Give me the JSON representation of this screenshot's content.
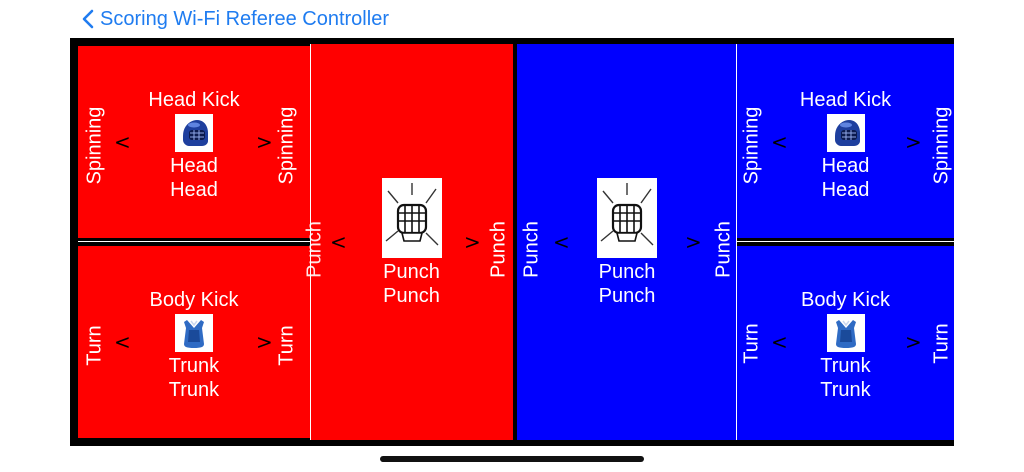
{
  "nav": {
    "back_label": "Scoring Wi-Fi Referee Controller"
  },
  "colors": {
    "red_corner": "#ff0000",
    "blue_corner": "#0000ff",
    "accent": "#1f7cf0"
  },
  "arrows": {
    "left": "<",
    "right": ">"
  },
  "red": {
    "head": {
      "title": "Head Kick",
      "line1": "Head",
      "line2": "Head",
      "left": "Spinning",
      "right": "Spinning",
      "icon": "helmet-icon"
    },
    "body": {
      "title": "Body Kick",
      "line1": "Trunk",
      "line2": "Trunk",
      "left": "Turn",
      "right": "Turn",
      "icon": "trunk-protector-icon"
    },
    "punch": {
      "line1": "Punch",
      "line2": "Punch",
      "left": "Punch",
      "right": "Punch",
      "icon": "fist-icon"
    }
  },
  "blue": {
    "punch": {
      "line1": "Punch",
      "line2": "Punch",
      "left": "Punch",
      "right": "Punch",
      "icon": "fist-icon"
    },
    "head": {
      "title": "Head Kick",
      "line1": "Head",
      "line2": "Head",
      "left": "Spinning",
      "right": "Spinning",
      "icon": "helmet-icon"
    },
    "body": {
      "title": "Body Kick",
      "line1": "Trunk",
      "line2": "Trunk",
      "left": "Turn",
      "right": "Turn",
      "icon": "trunk-protector-icon"
    }
  }
}
